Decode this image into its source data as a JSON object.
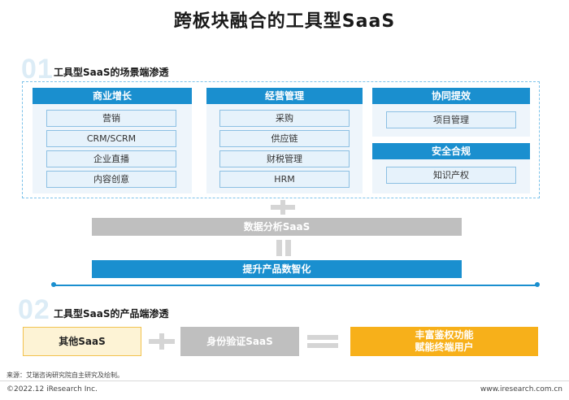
{
  "title": "跨板块融合的工具型SaaS",
  "section1": {
    "number": "01",
    "title": "工具型SaaS的场景端渗透",
    "panels": [
      {
        "label": "商业增长",
        "items": [
          "营销",
          "CRM/SCRM",
          "企业直播",
          "内容创意"
        ]
      },
      {
        "label": "经营管理",
        "items": [
          "采购",
          "供应链",
          "财税管理",
          "HRM"
        ]
      },
      {
        "label": "协同提效",
        "items": [
          "项目管理"
        ]
      },
      {
        "label": "安全合规",
        "items": [
          "知识产权"
        ]
      }
    ]
  },
  "flow": {
    "data_analysis": "数据分析SaaS",
    "upgrade": "提升产品数智化"
  },
  "section2": {
    "number": "02",
    "title": "工具型SaaS的产品端渗透",
    "other": "其他SaaS",
    "identity": "身份验证SaaS",
    "result_line1": "丰富鉴权功能",
    "result_line2": "赋能终端用户"
  },
  "footer": {
    "source": "来源：艾瑞咨询研究院自主研究及绘制。",
    "copyright": "©2022.12 iResearch Inc.",
    "website": "www.iresearch.com.cn"
  },
  "colors": {
    "primary_blue": "#1a8fcf",
    "gray_bar": "#bfbfbf",
    "yellow": "#f7b01a",
    "pale_yellow": "#fdf3d5"
  }
}
